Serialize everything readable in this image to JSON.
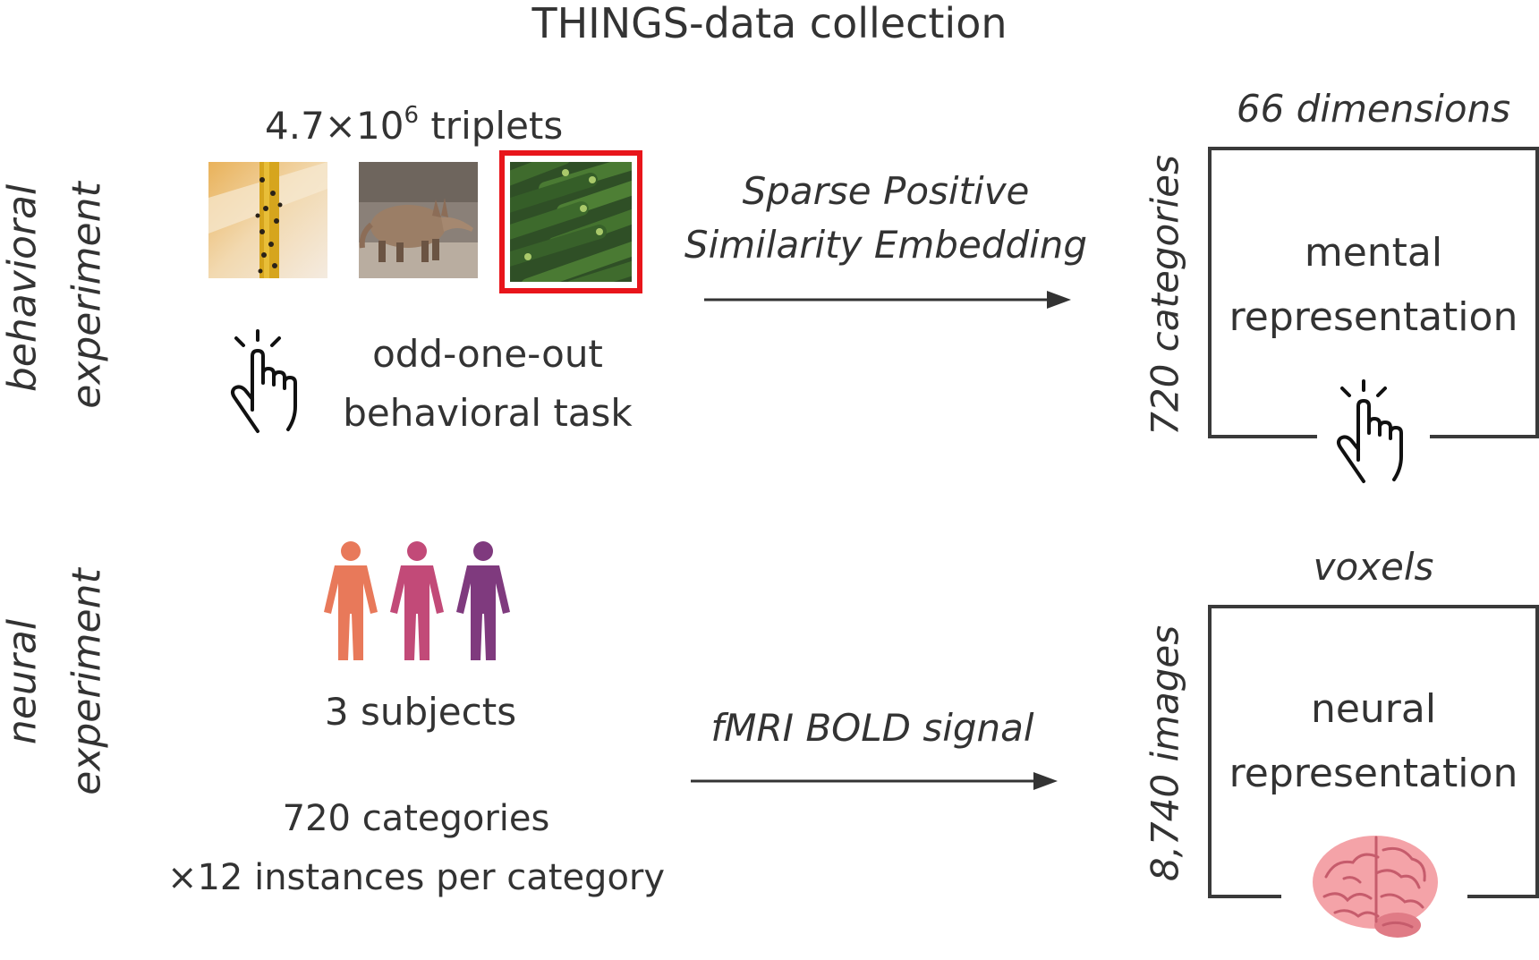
{
  "title": "THINGS-data collection",
  "behavioral": {
    "row_label_1": "behavioral",
    "row_label_2": "experiment",
    "triplets_base": "4.7×10",
    "triplets_exp": "6",
    "triplets_suffix": " triplets",
    "task_line1": "odd-one-out",
    "task_line2": "behavioral task",
    "arrow_line1": "Sparse Positive",
    "arrow_line2": "Similarity Embedding",
    "box_top_label": "66 dimensions",
    "box_side_label": "720 categories",
    "box_line1": "mental",
    "box_line2": "representation",
    "highlight_color": "#e8151b"
  },
  "neural": {
    "row_label_1": "neural",
    "row_label_2": "experiment",
    "subjects_label": "3 subjects",
    "categories_line1": "720 categories",
    "categories_line2": "×12 instances per category",
    "arrow_label": "fMRI BOLD signal",
    "box_top_label": "voxels",
    "box_side_label": "8,740 images",
    "box_line1": "neural",
    "box_line2": "representation",
    "person_colors": [
      "#e8795a",
      "#c24a78",
      "#7f3a7e"
    ]
  }
}
